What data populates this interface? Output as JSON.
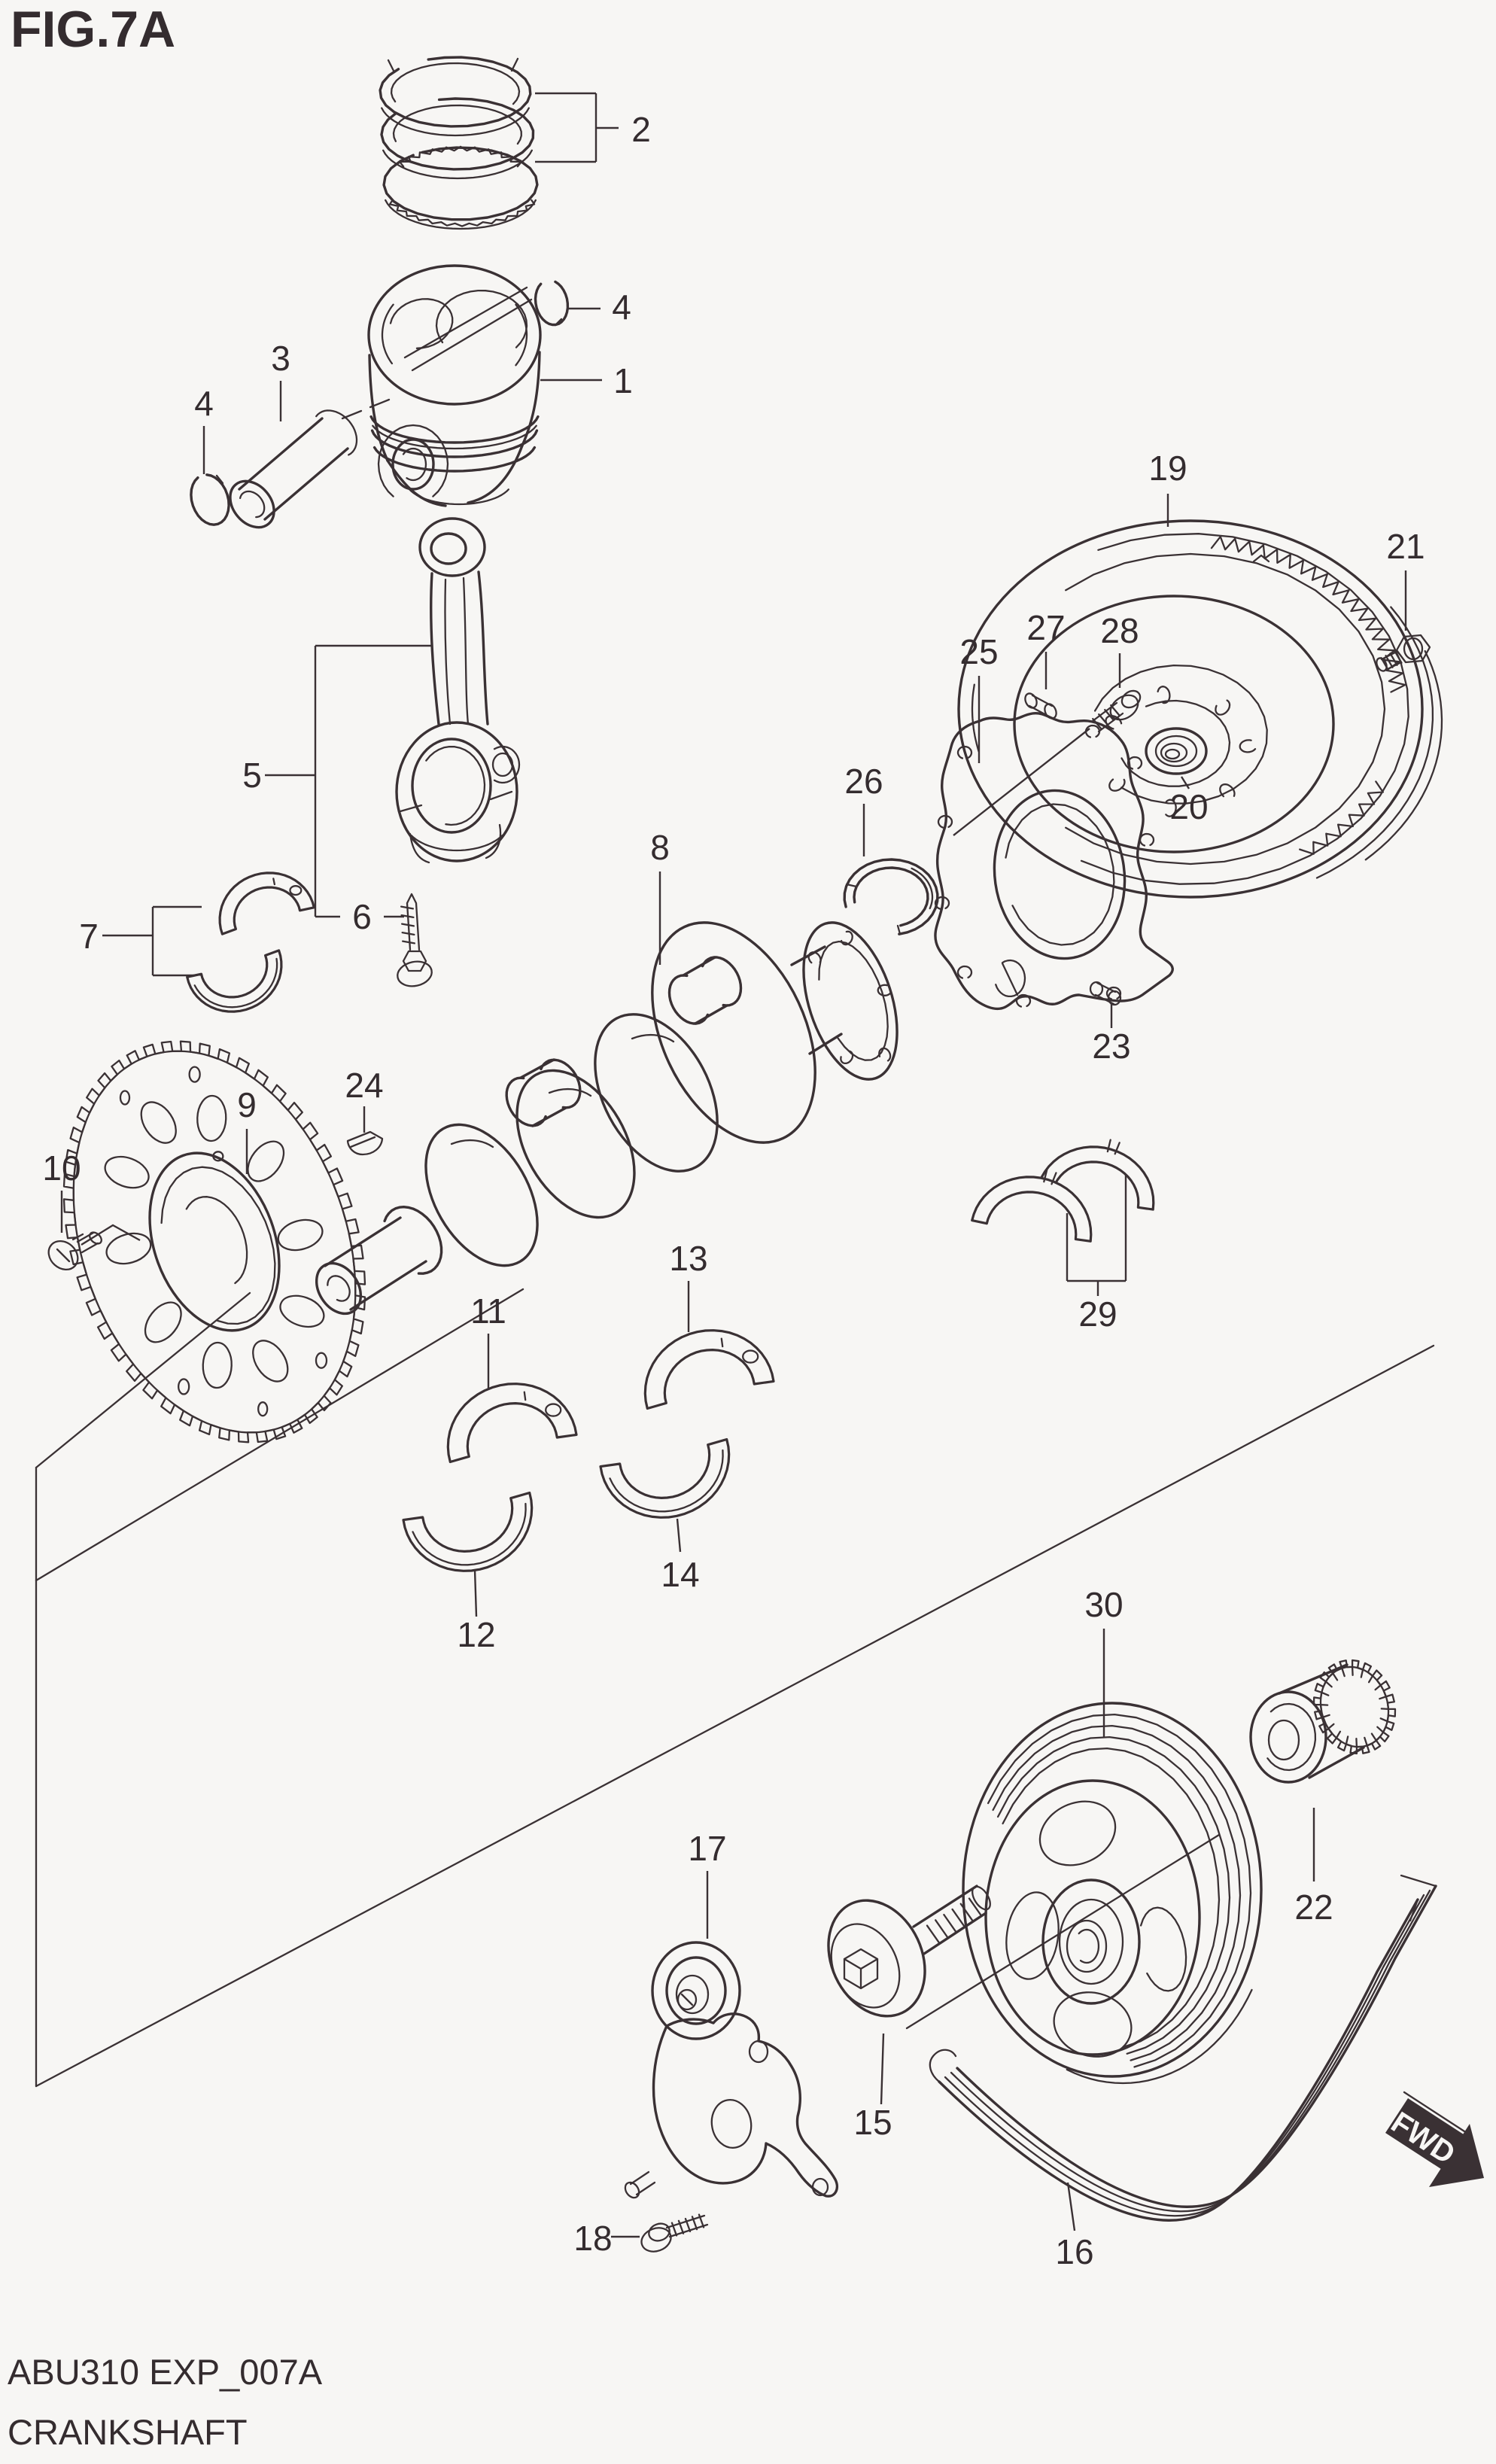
{
  "title": "FIG.7A",
  "footer": {
    "code": "ABU310 EXP_007A",
    "name": "CRANKSHAFT"
  },
  "fwd_label": "FWD",
  "callouts": {
    "c1": "1",
    "c2": "2",
    "c3": "3",
    "c4a": "4",
    "c4b": "4",
    "c5": "5",
    "c6": "6",
    "c7": "7",
    "c8": "8",
    "c9": "9",
    "c10": "10",
    "c11": "11",
    "c12": "12",
    "c13": "13",
    "c14": "14",
    "c15": "15",
    "c16": "16",
    "c17": "17",
    "c18": "18",
    "c19": "19",
    "c20": "20",
    "c21": "21",
    "c22": "22",
    "c23": "23",
    "c24": "24",
    "c25": "25",
    "c26": "26",
    "c27": "27",
    "c28": "28",
    "c29": "29",
    "c30": "30"
  }
}
